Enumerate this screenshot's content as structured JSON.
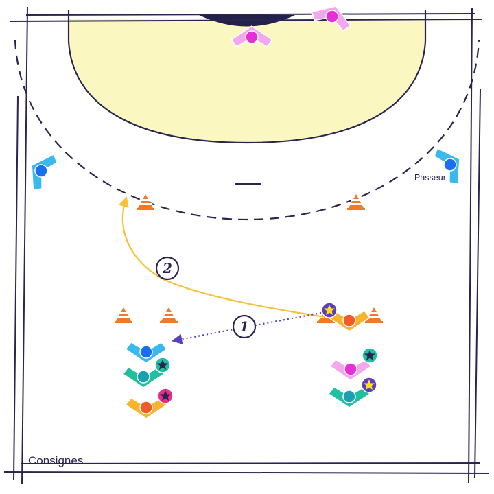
{
  "diagram": {
    "labels": {
      "passer": "Passeur",
      "instructions": "Consignes",
      "step_pass": "1",
      "step_run": "2"
    },
    "colors": {
      "line": "#2a2550",
      "zone_fill": "#fbf7c0",
      "cone": "#f07a2a",
      "blue_body": "#39b9ee",
      "blue_ball": "#1a6ef0",
      "pink_body": "#f3a8ee",
      "pink_ball": "#e62fd6",
      "green_body": "#1fbfa0",
      "green_ball": "#1aa0b0",
      "yellow_body": "#f7b52e",
      "yellow_ball": "#f25a2a",
      "run_arrow": "#f7c23a",
      "pass_arrow": "#5a3fbf",
      "star_dark": "#2a2550",
      "star_yellow": "#ffe01a"
    },
    "players": [
      {
        "role": "goalkeeper",
        "team": "pink"
      },
      {
        "role": "defender",
        "team": "pink"
      },
      {
        "role": "left-wing",
        "team": "blue"
      },
      {
        "role": "passer",
        "team": "blue"
      },
      {
        "role": "queue-left-1",
        "team": "blue"
      },
      {
        "role": "queue-left-2",
        "team": "green",
        "star": "dark"
      },
      {
        "role": "queue-left-3",
        "team": "yellow",
        "star": "dark"
      },
      {
        "role": "queue-right-1",
        "team": "yellow",
        "star": "yellow"
      },
      {
        "role": "queue-right-2",
        "team": "pink",
        "star": "dark"
      },
      {
        "role": "queue-right-3",
        "team": "green",
        "star": "yellow"
      }
    ],
    "cone_count": 6
  }
}
